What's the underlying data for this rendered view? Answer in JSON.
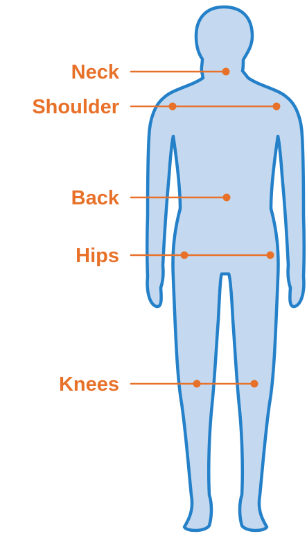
{
  "colors": {
    "accent": "#E8712A",
    "body_fill": "#C4D9F0",
    "body_outline": "#2480C8",
    "background": "#FFFFFF"
  },
  "labels": {
    "neck": "Neck",
    "shoulder": "Shoulder",
    "back": "Back",
    "hips": "Hips",
    "knees": "Knees"
  }
}
